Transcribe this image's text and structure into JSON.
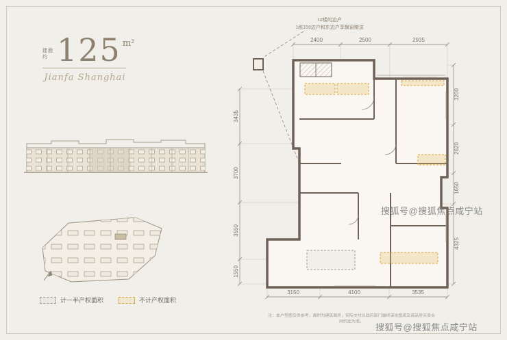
{
  "colors": {
    "background": "#f1efe9",
    "wall": "#6e6157",
    "accent_gold": "#d9a53f",
    "legend_gray": "#9b9b9b",
    "title_taupe": "#8d8270"
  },
  "left": {
    "area": {
      "prefix_line1": "建面",
      "prefix_line2": "约",
      "value": "125",
      "unit": "m²"
    },
    "brand": "Jianfa Shanghai",
    "legend": [
      {
        "label": "计一半产权面积",
        "swatch": "dashed-gray",
        "color": "#9b9b9b"
      },
      {
        "label": "不计产权面积",
        "swatch": "dashed-gold",
        "color": "#d9a53f"
      }
    ]
  },
  "plan": {
    "annotation_line1": "1#楼的边户",
    "annotation_line2": "1栋159边户和东边户享飘窗赠送",
    "dims": {
      "top": [
        "2400",
        "2500",
        "2935"
      ],
      "left": [
        "3435",
        "3700",
        "3550",
        "1550"
      ],
      "right": [
        "3200",
        "2620",
        "1650",
        "4325"
      ],
      "bottom": [
        "3150",
        "4100",
        "3535"
      ]
    }
  },
  "watermark": {
    "text": "搜狐号@搜狐焦点咸宁站"
  },
  "footer": {
    "disclaimer": "注：本户型图仅供参考，面积为建筑面积，实际交付以政府部门最终审批图纸及商品房买卖合同约定为准。"
  }
}
